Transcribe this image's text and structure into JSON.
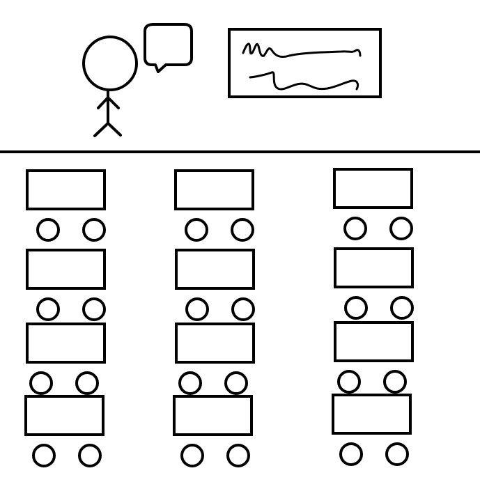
{
  "scene": {
    "stroke_color": "#000000",
    "background_color": "#ffffff",
    "teacher": {
      "icon": "stick-figure-icon"
    },
    "speech_bubble": {
      "icon": "speech-bubble-icon"
    },
    "board": {
      "icon": "blackboard-scribble-icon"
    },
    "classroom": {
      "column_count": 3,
      "rows_per_column": 4,
      "chairs_per_desk": 2
    }
  }
}
